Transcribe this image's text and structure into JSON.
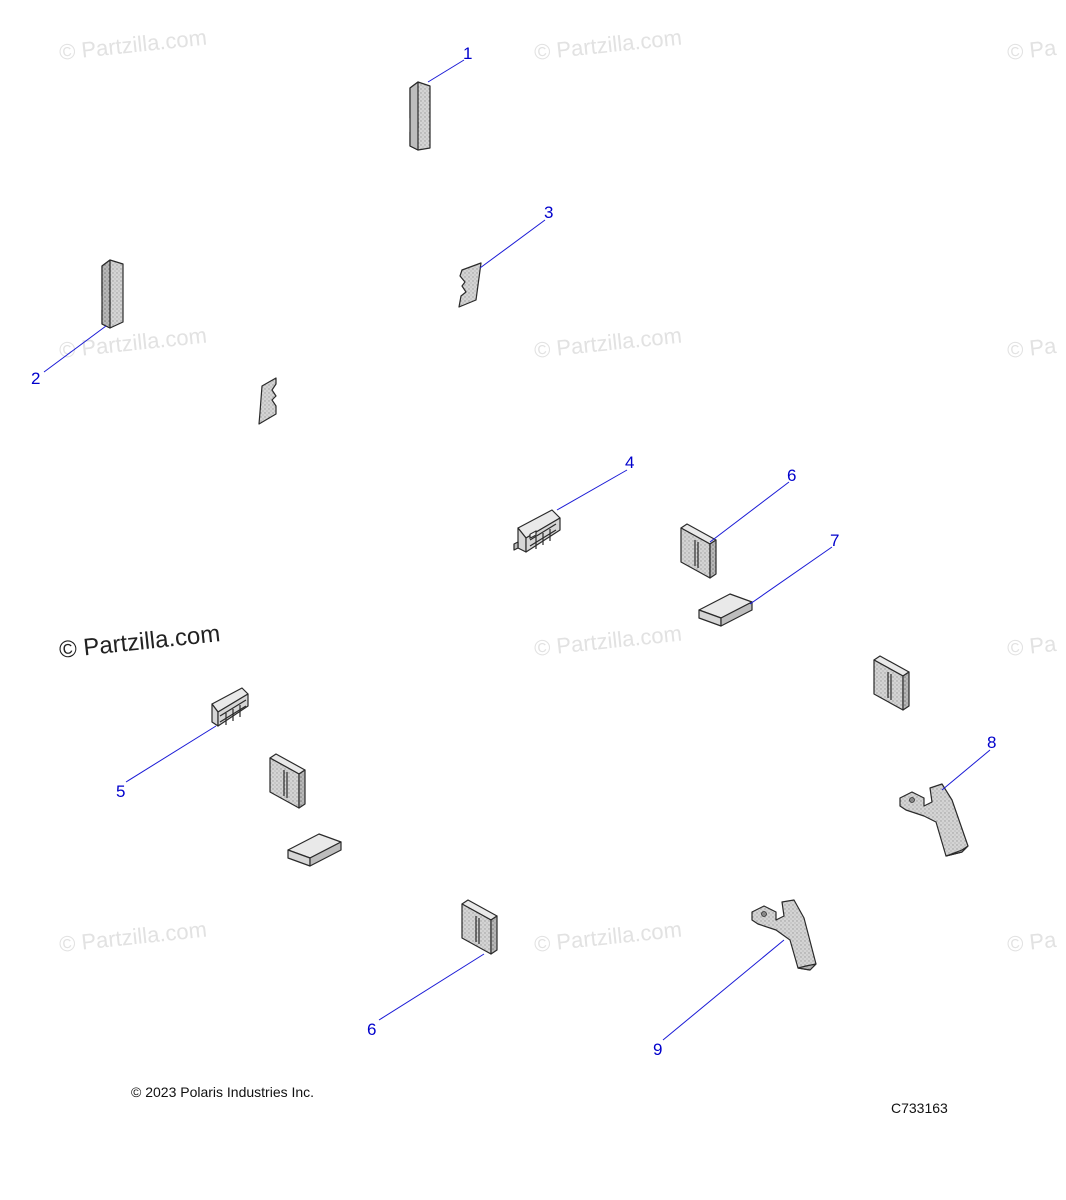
{
  "watermarks": {
    "text": "© Partzilla.com",
    "text_clipped": "© Pa"
  },
  "callouts": {
    "c1": "1",
    "c2": "2",
    "c3": "3",
    "c4": "4",
    "c5": "5",
    "c6a": "6",
    "c6b": "6",
    "c7": "7",
    "c8": "8",
    "c9": "9"
  },
  "footer": {
    "copyright": "© 2023 Polaris Industries Inc.",
    "diagram_code": "C733163"
  },
  "colors": {
    "callout": "#0000cc",
    "leader": "#1a1ad6",
    "watermark": "#e2e2e2"
  }
}
